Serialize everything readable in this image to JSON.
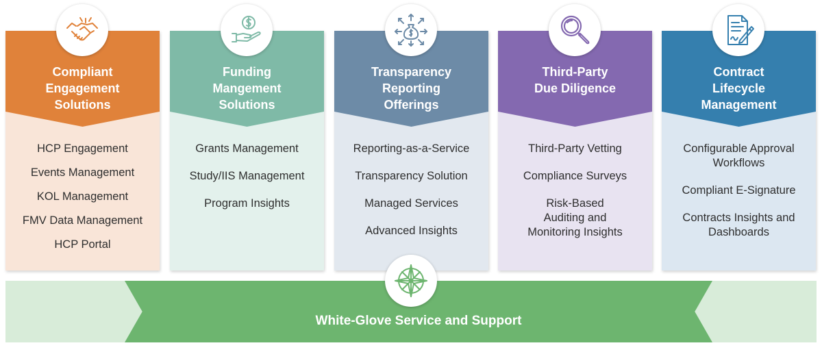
{
  "columns": [
    {
      "id": "compliant",
      "title_lines": [
        "Compliant",
        "Engagement",
        "Solutions"
      ],
      "header_color": "#e0823a",
      "body_color": "#f9e5d8",
      "icon": "handshake-icon",
      "items": [
        "HCP Engagement",
        "Events Management",
        "KOL Management",
        "FMV Data Management",
        "HCP Portal"
      ]
    },
    {
      "id": "funding",
      "title_lines": [
        "Funding",
        "Mangement",
        "Solutions"
      ],
      "header_color": "#7fbaa7",
      "body_color": "#e3f1ec",
      "icon": "hand-money-icon",
      "items": [
        "Grants Management",
        "Study/IIS Management",
        "Program Insights"
      ]
    },
    {
      "id": "transparency",
      "title_lines": [
        "Transparency",
        "Reporting",
        "Offerings"
      ],
      "header_color": "#6d8ba7",
      "body_color": "#e2e8ef",
      "icon": "money-bag-arrows-icon",
      "items": [
        "Reporting-as-a-Service",
        "Transparency Solution",
        "Managed Services",
        "Advanced Insights"
      ]
    },
    {
      "id": "thirdparty",
      "title_lines": [
        "Third-Party",
        "Due Diligence"
      ],
      "header_color": "#8469b0",
      "body_color": "#e8e3f1",
      "icon": "magnifying-glass-icon",
      "items": [
        "Third-Party Vetting",
        "Compliance Surveys",
        "Risk-Based\nAuditing and\nMonitoring Insights"
      ]
    },
    {
      "id": "contract",
      "title_lines": [
        "Contract",
        "Lifecycle",
        "Management"
      ],
      "header_color": "#357fae",
      "body_color": "#dce7f1",
      "icon": "contract-signature-icon",
      "items": [
        "Configurable Approval\nWorkflows",
        "Compliant E-Signature",
        "Contracts Insights and\nDashboards"
      ]
    }
  ],
  "band": {
    "label": "White-Glove Service and Support",
    "color": "#6db56f",
    "bg_color": "#d8ecd9",
    "icon": "compass-icon"
  }
}
